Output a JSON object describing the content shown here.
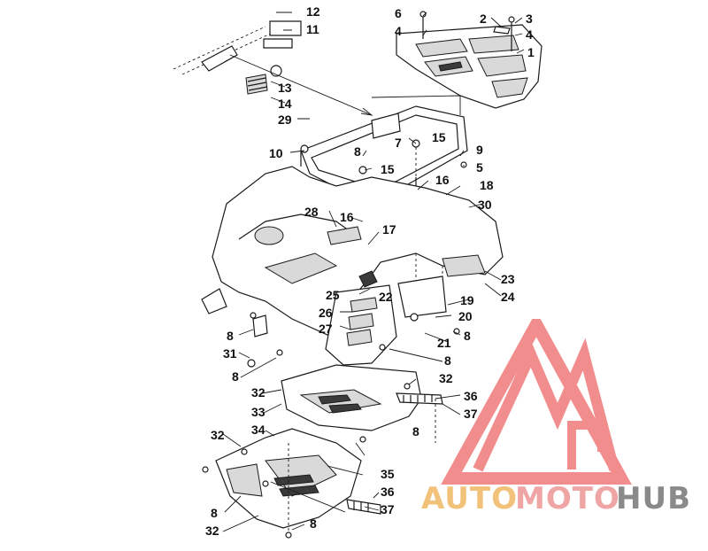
{
  "callouts": [
    "1",
    "2",
    "3",
    "4",
    "5",
    "6",
    "7",
    "8",
    "9",
    "10",
    "11",
    "12",
    "13",
    "14",
    "15",
    "16",
    "17",
    "18",
    "19",
    "20",
    "21",
    "22",
    "23",
    "24",
    "25",
    "26",
    "27",
    "28",
    "29",
    "30",
    "31",
    "32",
    "33",
    "34",
    "35",
    "36",
    "37"
  ],
  "watermark": {
    "part1": "AUTO",
    "part2": "MOTO",
    "part3": "HUB",
    "colors": {
      "auto": "#f2c27a",
      "moto": "#f0a5a5",
      "hub": "#8a8a8a",
      "triangle": "#f07a7a"
    }
  }
}
